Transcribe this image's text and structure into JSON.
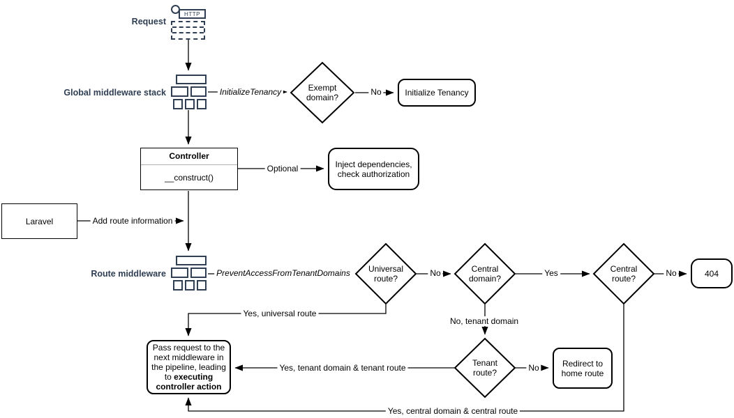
{
  "stages": {
    "request_label": "Request",
    "http_label": "HTTP",
    "global_middleware_label": "Global middleware stack",
    "route_middleware_label": "Route middleware"
  },
  "controller": {
    "title": "Controller",
    "method": "__construct()"
  },
  "nodes": {
    "laravel": "Laravel",
    "exempt_domain": "Exempt\ndomain?",
    "initialize_tenancy": "Initialize Tenancy",
    "inject_dependencies": "Inject dependencies,\ncheck authorization",
    "universal_route": "Universal\nroute?",
    "central_domain": "Central\ndomain?",
    "central_route": "Central\nroute?",
    "not_found": "404",
    "tenant_route": "Tenant\nroute?",
    "redirect_home": "Redirect to\nhome route",
    "pass_request_text": "Pass request to the next middleware in the pipeline, leading to ",
    "pass_request_bold": "executing controller action"
  },
  "edges": {
    "initialize_tenancy_mw": "InitializeTenancy",
    "prevent_access_mw": "PreventAccessFromTenantDomains",
    "no_exempt": "No",
    "optional": "Optional",
    "add_route_info": "Add route information",
    "no_universal": "No",
    "yes_central_domain": "Yes",
    "no_central_route": "No",
    "yes_universal": "Yes, universal route",
    "no_tenant_domain": "No, tenant domain",
    "yes_tenant": "Yes, tenant domain & tenant route",
    "no_tenant_route": "No",
    "yes_central": "Yes, central domain & central route"
  },
  "colors": {
    "stage_label": "#2f3e52",
    "icon_stroke": "#2f3e52",
    "shape_stroke": "#000000",
    "background": "#ffffff"
  }
}
